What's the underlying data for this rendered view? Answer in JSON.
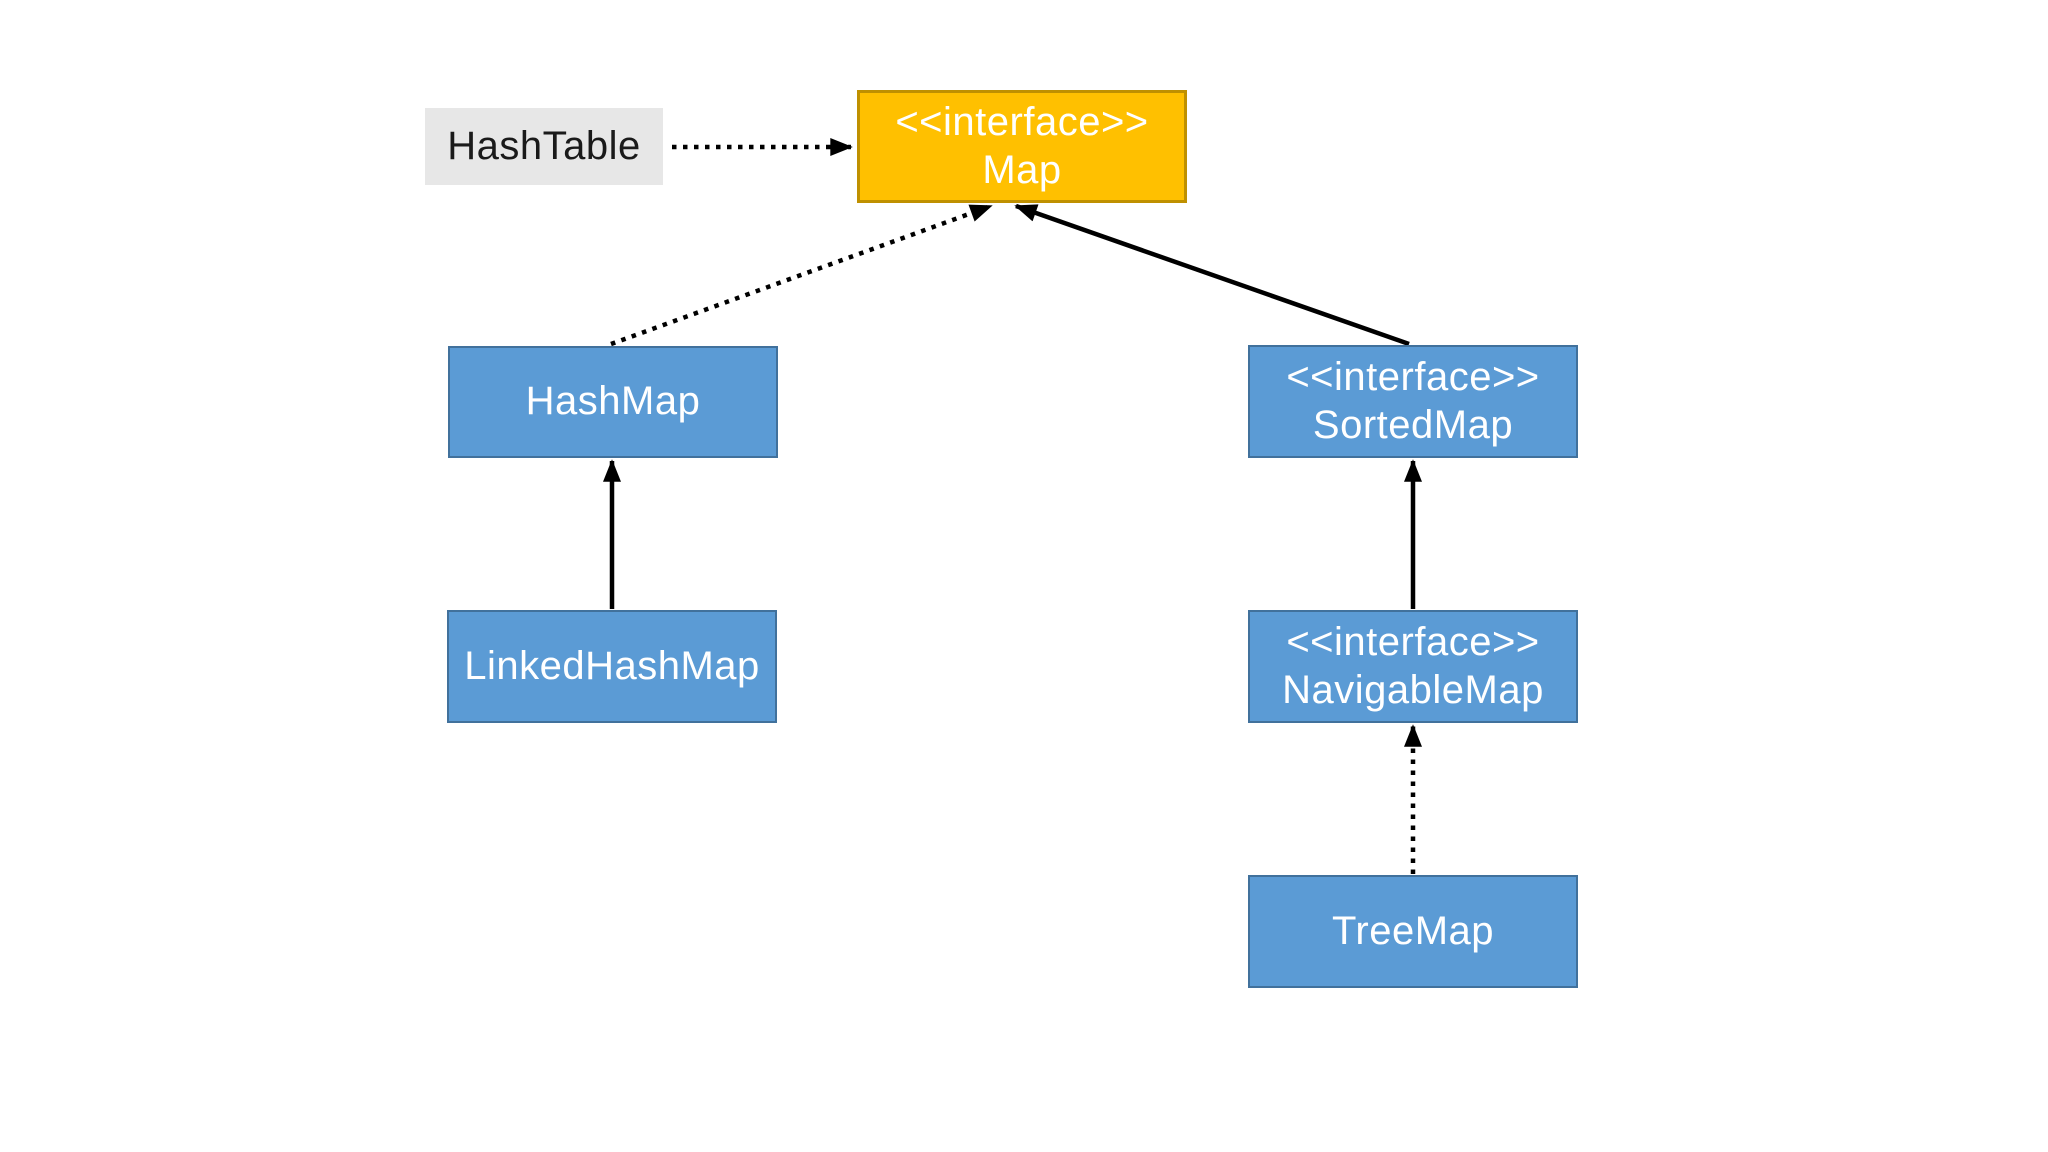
{
  "colors": {
    "background": "#ffffff",
    "interface_fill": "#FFC000",
    "interface_border": "#BF9000",
    "class_fill": "#5B9BD5",
    "class_border": "#41719C",
    "legacy_fill": "#E7E7E7",
    "text_on_color": "#FFFFFF",
    "text_dark": "#1A1A1A",
    "arrow": "#000000"
  },
  "nodes": {
    "hashtable": {
      "label": "HashTable"
    },
    "map": {
      "stereotype": "<<interface>>",
      "label": "Map"
    },
    "hashmap": {
      "label": "HashMap"
    },
    "sortedmap": {
      "stereotype": "<<interface>>",
      "label": "SortedMap"
    },
    "linkedhashmap": {
      "label": "LinkedHashMap"
    },
    "navigablemap": {
      "stereotype": "<<interface>>",
      "label": "NavigableMap"
    },
    "treemap": {
      "label": "TreeMap"
    }
  },
  "edges": [
    {
      "from": "HashTable",
      "to": "Map",
      "line": "dotted",
      "arrowhead": "solid-triangle"
    },
    {
      "from": "HashMap",
      "to": "Map",
      "line": "dotted",
      "arrowhead": "solid-triangle"
    },
    {
      "from": "SortedMap",
      "to": "Map",
      "line": "solid",
      "arrowhead": "solid-triangle"
    },
    {
      "from": "LinkedHashMap",
      "to": "HashMap",
      "line": "solid",
      "arrowhead": "solid-triangle"
    },
    {
      "from": "NavigableMap",
      "to": "SortedMap",
      "line": "solid",
      "arrowhead": "solid-triangle"
    },
    {
      "from": "TreeMap",
      "to": "NavigableMap",
      "line": "dotted",
      "arrowhead": "solid-triangle"
    }
  ]
}
